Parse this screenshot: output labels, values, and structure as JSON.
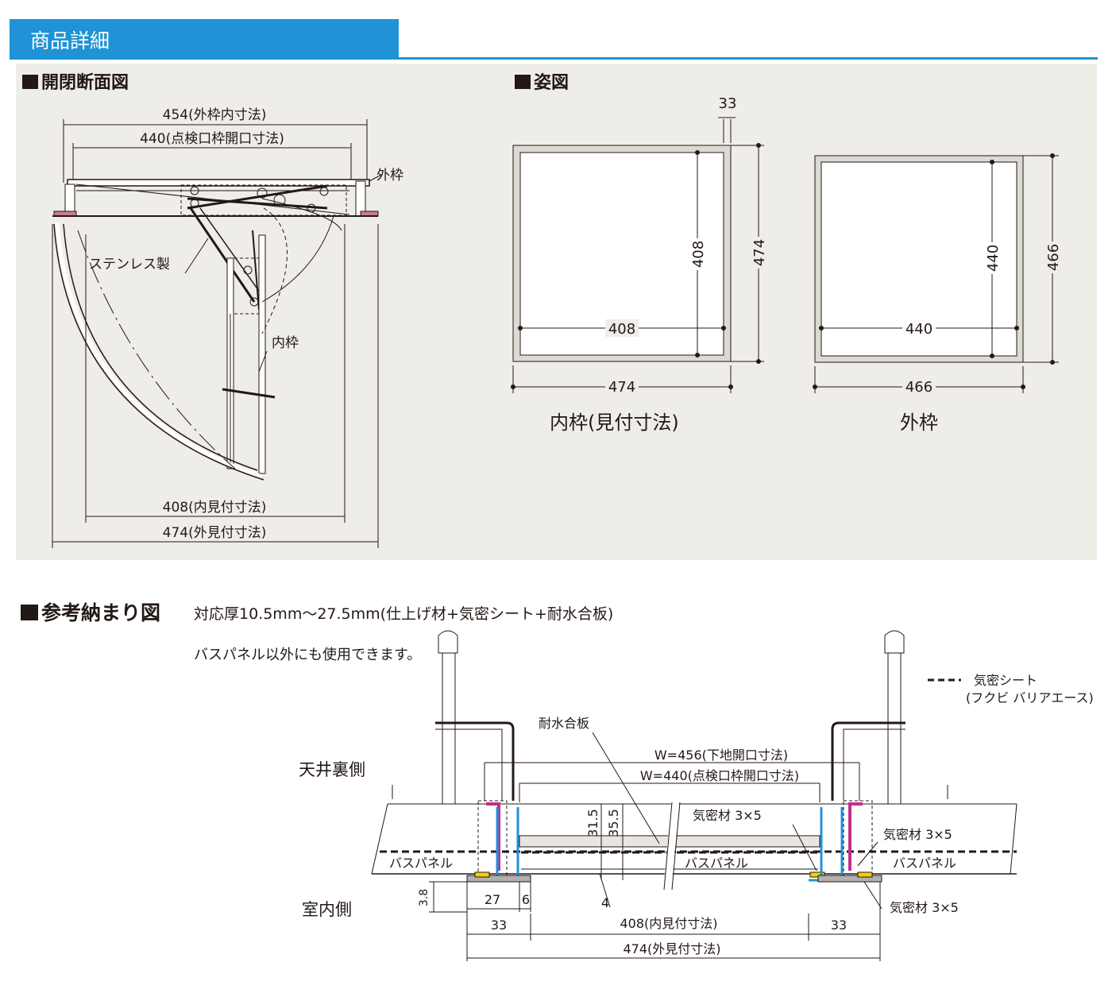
{
  "header": {
    "title": "商品詳細"
  },
  "section1": {
    "title": "開閉断面図",
    "dim_454": "454(外枠内寸法)",
    "dim_440": "440(点検口枠開口寸法)",
    "label_outer": "外枠",
    "label_stainless": "ステンレス製",
    "label_inner": "内枠",
    "dim_408": "408(内見付寸法)",
    "dim_474": "474(外見付寸法)"
  },
  "section2": {
    "title": "姿図",
    "inner": {
      "top": "33",
      "w_in": "408",
      "h_in": "408",
      "h_out": "474",
      "w_out": "474",
      "caption": "内枠(見付寸法)"
    },
    "outer": {
      "w_in": "440",
      "h_in": "440",
      "h_out": "466",
      "w_out": "466",
      "caption": "外枠"
    }
  },
  "section3": {
    "title": "参考納まり図",
    "subtitle": "対応厚10.5mm〜27.5mm(仕上げ材+気密シート+耐水合板)",
    "note": "バスパネル以外にも使用できます。",
    "legend_line1": "気密シート",
    "legend_line2": "(フクビ バリアエース)",
    "label_plywood": "耐水合板",
    "label_ceiling_side": "天井裏側",
    "label_room_side": "室内側",
    "dim_w456": "W=456(下地開口寸法)",
    "dim_w440": "W=440(点検口枠開口寸法)",
    "dim_31_5": "31.5",
    "dim_35_5": "35.5",
    "seal_mid": "気密材 3×5",
    "seal_right": "気密材 3×5",
    "seal_bottom": "気密材 3×5",
    "panel_left": "バスパネル",
    "panel_mid": "バスパネル",
    "panel_right": "バスパネル",
    "dim_3_8": "3.8",
    "dim_27": "27",
    "dim_6": "6",
    "dim_4": "4",
    "dim_33_left": "33",
    "dim_408": "408(内見付寸法)",
    "dim_33_right": "33",
    "dim_474": "474(外見付寸法)"
  }
}
